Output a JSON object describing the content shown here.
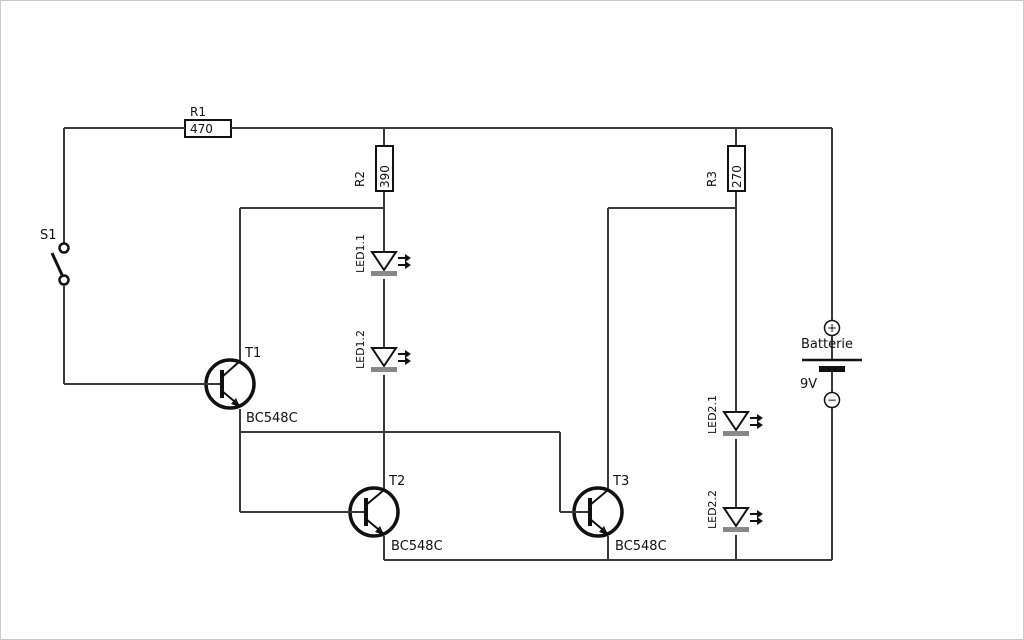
{
  "components": {
    "r1": {
      "ref": "R1",
      "value": "470"
    },
    "r2": {
      "ref": "R2",
      "value": "390"
    },
    "r3": {
      "ref": "R3",
      "value": "270"
    },
    "s1": {
      "ref": "S1"
    },
    "t1": {
      "ref": "T1",
      "type": "BC548C"
    },
    "t2": {
      "ref": "T2",
      "type": "BC548C"
    },
    "t3": {
      "ref": "T3",
      "type": "BC548C"
    },
    "led11": {
      "ref": "LED1.1"
    },
    "led12": {
      "ref": "LED1.2"
    },
    "led21": {
      "ref": "LED2.1"
    },
    "led22": {
      "ref": "LED2.2"
    },
    "battery": {
      "ref": "Batterie",
      "voltage": "9V",
      "plus": "+",
      "minus": "−"
    }
  },
  "colors": {
    "wire": "#3a3a3a",
    "component": "#111111",
    "led_bar": "#888888"
  }
}
